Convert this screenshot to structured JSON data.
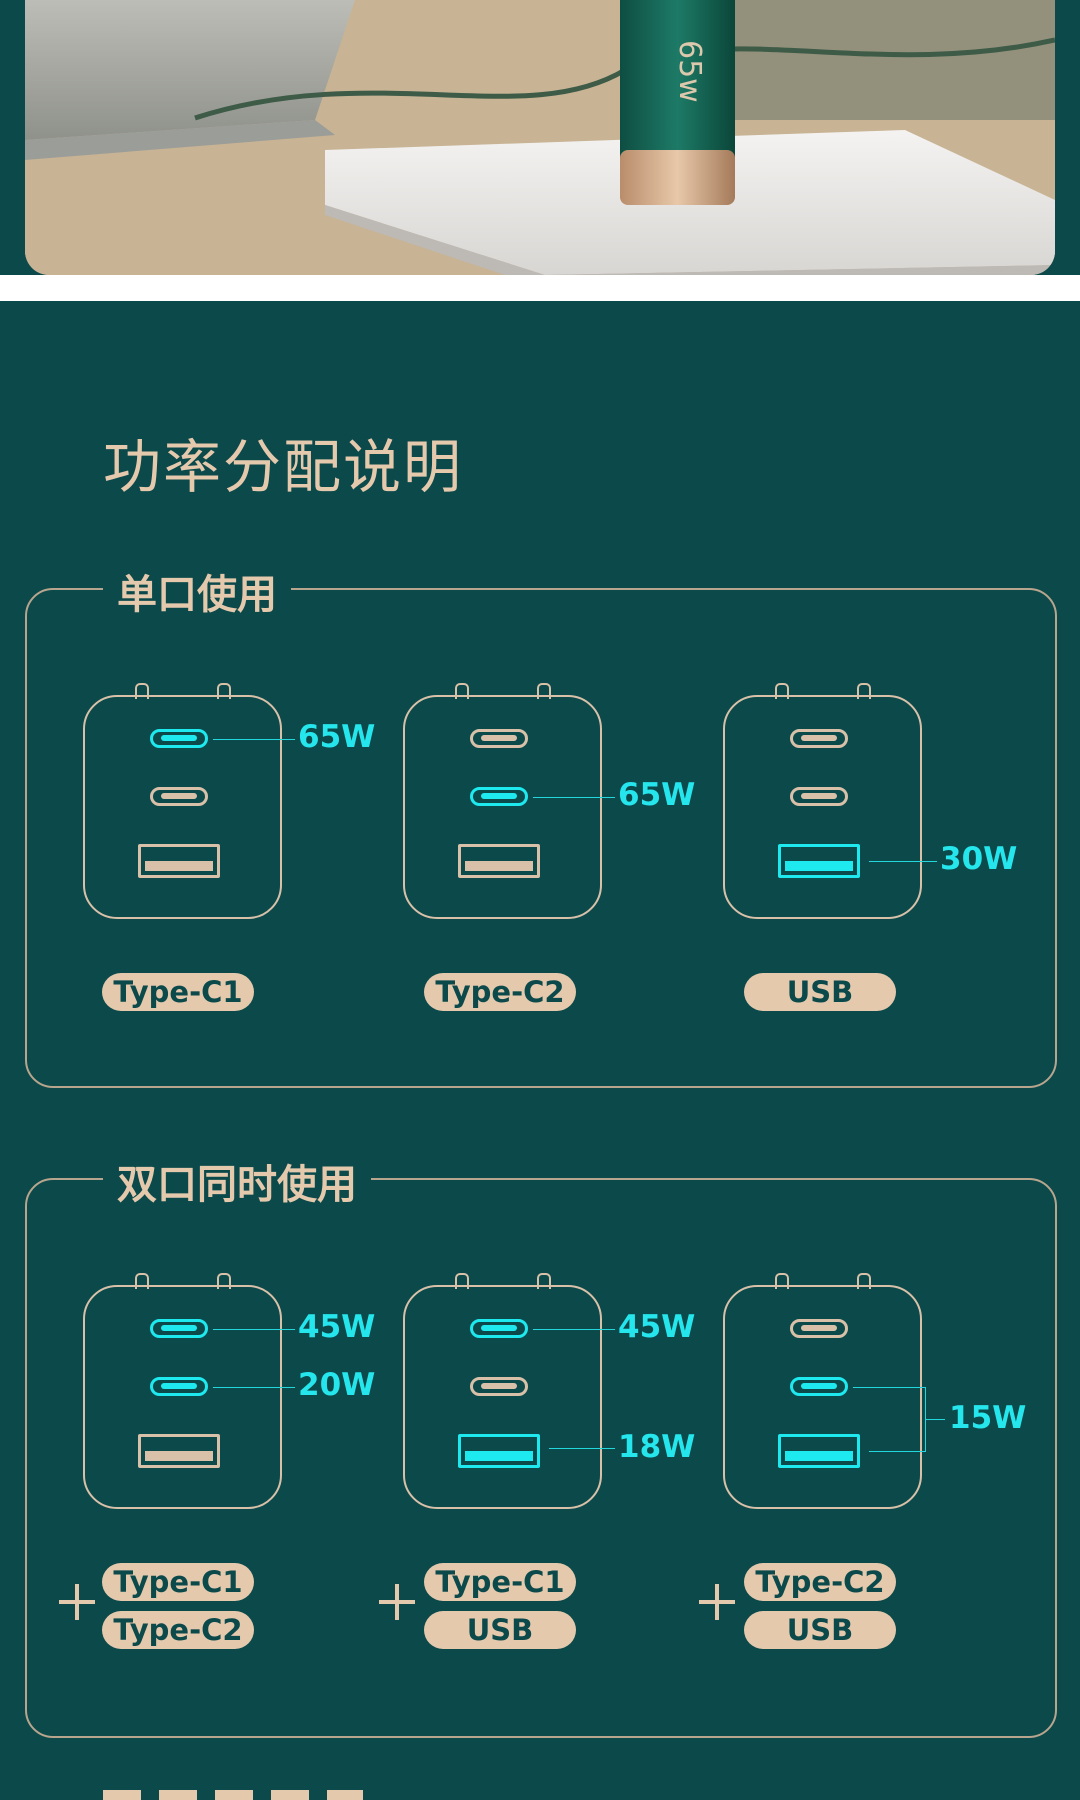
{
  "top_photo": {
    "description": "charger-on-power-strip-photo"
  },
  "section_title": "功率分配说明",
  "single": {
    "label": "单口使用",
    "items": [
      {
        "watt": "65W",
        "port": "Type-C1"
      },
      {
        "watt": "65W",
        "port": "Type-C2"
      },
      {
        "watt": "30W",
        "port": "USB"
      }
    ]
  },
  "dual": {
    "label": "双口同时使用",
    "items": [
      {
        "watt_top": "45W",
        "watt_mid": "20W",
        "ports": [
          "Type-C1",
          "Type-C2"
        ]
      },
      {
        "watt_top": "45W",
        "watt_usb": "18W",
        "ports": [
          "Type-C1",
          "USB"
        ]
      },
      {
        "watt_shared": "15W",
        "ports": [
          "Type-C2",
          "USB"
        ]
      }
    ]
  },
  "colors": {
    "background": "#0b494b",
    "accent_cyan": "#1ee9ee",
    "beige": "#e5c9ad"
  }
}
